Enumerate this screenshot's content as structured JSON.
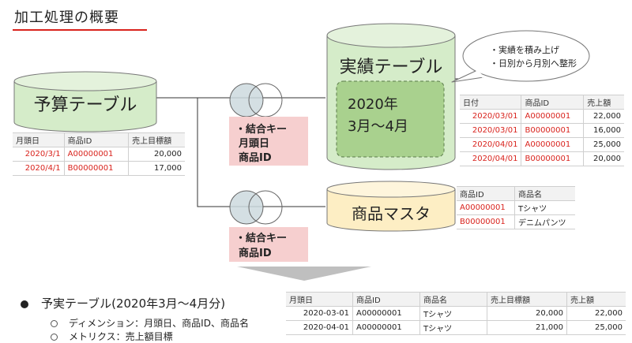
{
  "title": "加工処理の概要",
  "budget": {
    "name": "予算テーブル",
    "headers": [
      "月頭日",
      "商品ID",
      "売上目標額"
    ],
    "rows": [
      [
        "2020/3/1",
        "A00000001",
        "20,000"
      ],
      [
        "2020/4/1",
        "B00000001",
        "17,000"
      ]
    ]
  },
  "join1": {
    "line1": "・結合キー",
    "line2": "月頭日",
    "line3": "商品ID"
  },
  "join2": {
    "line1": "・結合キー",
    "line2": "商品ID"
  },
  "actual": {
    "name": "実績テーブル",
    "period_line1": "2020年",
    "period_line2": "3月～4月",
    "callout_line1": "・実績を積み上げ",
    "callout_line2": "・日別から月別へ整形",
    "headers": [
      "日付",
      "商品ID",
      "売上額"
    ],
    "rows": [
      [
        "2020/03/01",
        "A00000001",
        "22,000"
      ],
      [
        "2020/03/01",
        "B00000001",
        "16,000"
      ],
      [
        "2020/04/01",
        "A00000001",
        "25,000"
      ],
      [
        "2020/04/01",
        "B00000001",
        "20,000"
      ]
    ]
  },
  "product": {
    "name": "商品マスタ",
    "headers": [
      "商品ID",
      "商品名"
    ],
    "rows": [
      [
        "A00000001",
        "Tシャツ"
      ],
      [
        "B00000001",
        "デニムパンツ"
      ]
    ]
  },
  "result": {
    "bullet_main": "予実テーブル(2020年3月～4月分)",
    "bullet_sub1": "ディメンション：月頭日、商品ID、商品名",
    "bullet_sub2": "メトリクス：売上額目標",
    "headers": [
      "月頭日",
      "商品ID",
      "商品名",
      "売上目標額",
      "売上額"
    ],
    "rows": [
      [
        "2020-03-01",
        "A00000001",
        "Tシャツ",
        "20,000",
        "22,000"
      ],
      [
        "2020-04-01",
        "A00000001",
        "Tシャツ",
        "21,000",
        "25,000"
      ]
    ]
  },
  "colors": {
    "accent_red": "#d9231d",
    "cyl_green": "#d5ecc9",
    "cyl_green_dark": "#a9d18e",
    "cyl_yellow": "#fdeec4",
    "key_pink": "#f6cfcf",
    "venn_fill": "#cdd9de"
  }
}
